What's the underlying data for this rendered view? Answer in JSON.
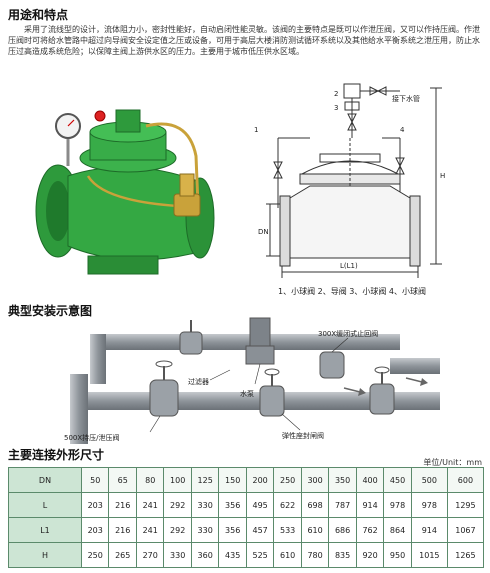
{
  "section1": {
    "title": "用途和特点"
  },
  "intro_text": "采用了流线型的设计，流体阻力小，密封性能好，自动启闭性能灵敏。该阀的主要特点是既可以作泄压阀，又可以作持压阀。作泄压阀时可将给水管路中超过向导阀安全设定值之压或设备，可用于高层大楼消防测试循环系统以及其他给水平衡系统之泄压用，防止水压过高造成系统危险；以保障主阀上游供水区的压力。主要用于城市低压供水区域。",
  "diagram": {
    "num1": "1",
    "num2": "2",
    "num3": "3",
    "num4": "4",
    "water_label": "接下水管",
    "dim_H": "H",
    "dim_DN": "DN",
    "dim_L": "L(L1)",
    "caption": "1、小球阀 2、导阀 3、小球阀 4、小球阀"
  },
  "section2": {
    "title": "典型安装示意图"
  },
  "install": {
    "check_valve": "300X缓闭式止回阀",
    "filter": "过滤器",
    "pump": "水泵",
    "relief_valve": "500X持压/泄压阀",
    "gate_valve": "弹性座封闸阀"
  },
  "section3": {
    "title": "主要连接外形尺寸"
  },
  "unit": "单位/Unit：mm",
  "table": [
    {
      "head": "DN",
      "values": [
        "50",
        "65",
        "80",
        "100",
        "125",
        "150",
        "200",
        "250",
        "300",
        "350",
        "400",
        "450",
        "500",
        "600"
      ]
    },
    {
      "head": "L",
      "values": [
        "203",
        "216",
        "241",
        "292",
        "330",
        "356",
        "495",
        "622",
        "698",
        "787",
        "914",
        "978",
        "978",
        "1295"
      ]
    },
    {
      "head": "L1",
      "values": [
        "203",
        "216",
        "241",
        "292",
        "330",
        "356",
        "457",
        "533",
        "610",
        "686",
        "762",
        "864",
        "914",
        "1067"
      ]
    },
    {
      "head": "H",
      "values": [
        "250",
        "265",
        "270",
        "330",
        "360",
        "435",
        "525",
        "610",
        "780",
        "835",
        "920",
        "950",
        "1015",
        "1265"
      ]
    }
  ],
  "colors": {
    "valve_green": "#2e9a3c",
    "table_header": "#cde5d4",
    "pipe_gray": "#9aa0a6"
  }
}
